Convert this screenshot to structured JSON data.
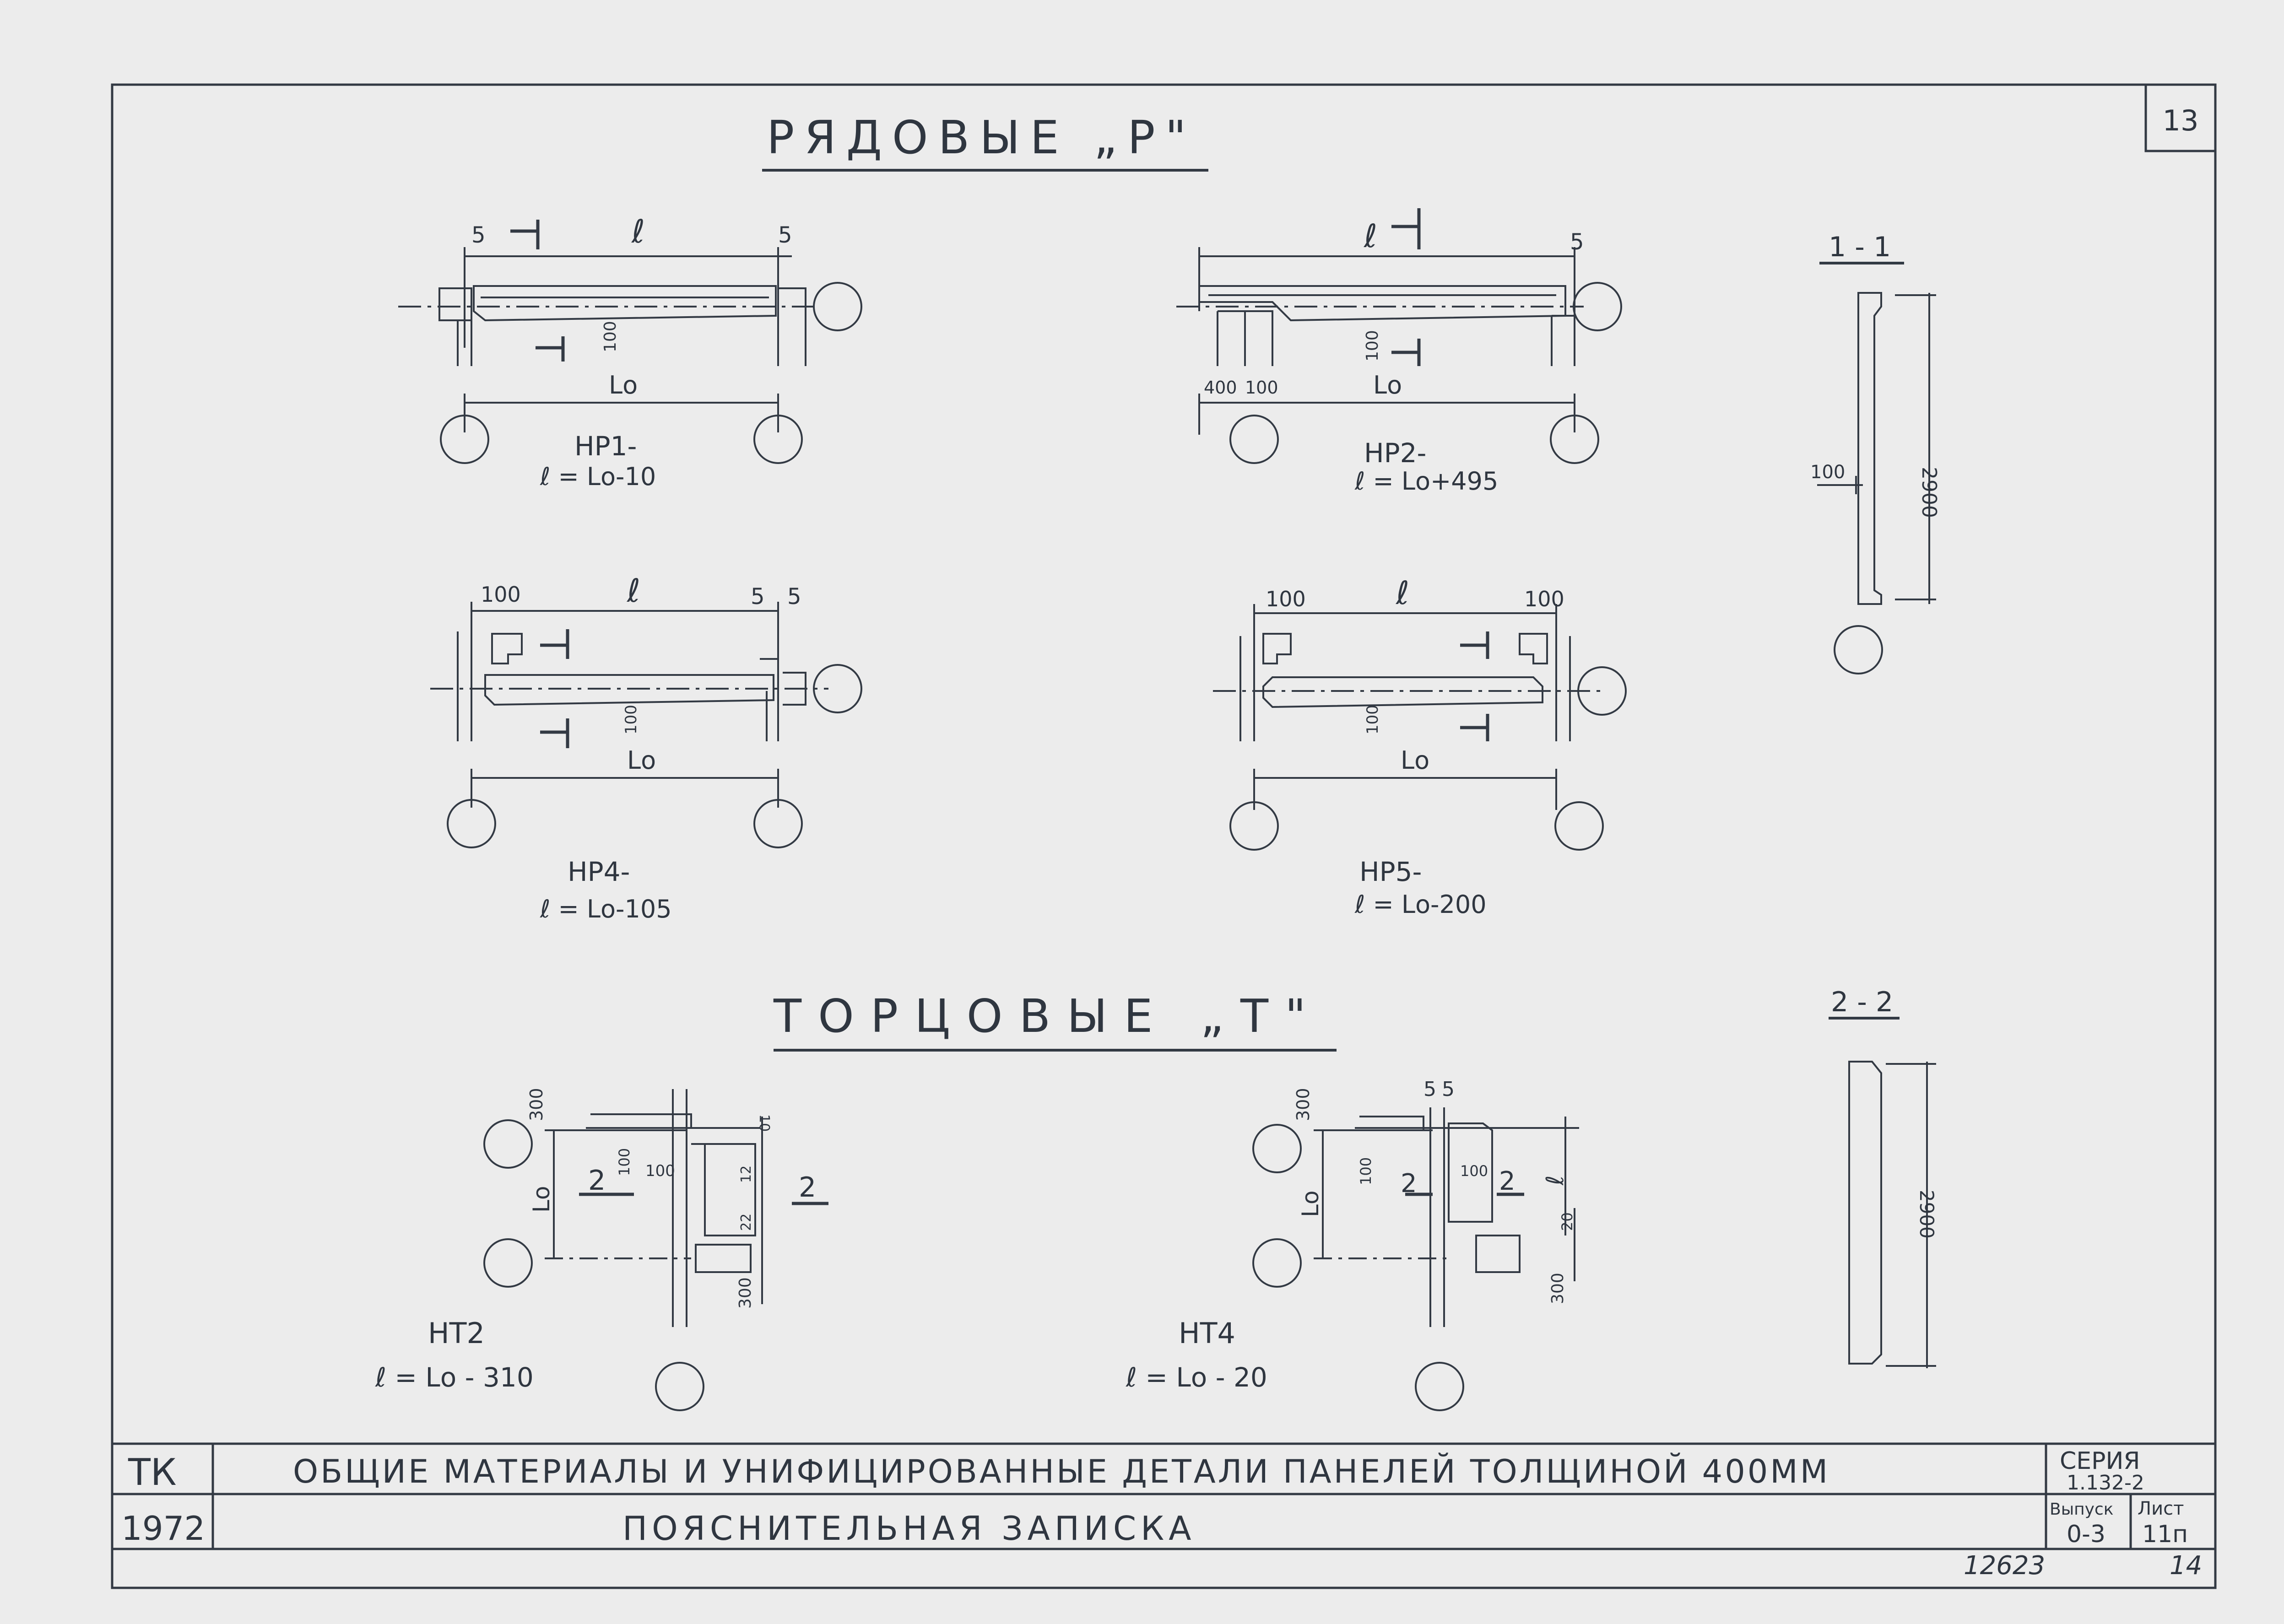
{
  "sheet": {
    "page_number": "13",
    "handwritten_number": "12623",
    "handwritten_page": "14"
  },
  "headings": {
    "row_panels": "РЯДОВЫЕ  „Р\"",
    "end_panels": "ТОРЦОВЫЕ „Т\""
  },
  "sections": {
    "s1": "1 - 1",
    "s2": "2 - 2",
    "height": "2900",
    "width": "100"
  },
  "panels": {
    "hp1": {
      "name": "НР1-",
      "formula": "ℓ = Lо-10"
    },
    "hp2": {
      "name": "НР2-",
      "formula": "ℓ = Lо+495"
    },
    "hp4": {
      "name": "НР4-",
      "formula": "ℓ = Lо-105"
    },
    "hp5": {
      "name": "НР5-",
      "formula": "ℓ = Lо-200"
    },
    "ht2": {
      "name": "НТ2",
      "formula": "ℓ = Lо - 310"
    },
    "ht4": {
      "name": "НТ4",
      "formula": "ℓ = Lо - 20"
    }
  },
  "dims": {
    "d5": "5",
    "d100": "100",
    "d300": "300",
    "d400": "400",
    "d10": "10",
    "d12": "12",
    "d22": "22",
    "d20": "20",
    "l": "ℓ",
    "lo": "Lо",
    "cut": "1",
    "cut2": "2"
  },
  "title_block": {
    "org": "ТК",
    "year": "1972",
    "title": "ОБЩИЕ МАТЕРИАЛЫ И УНИФИЦИРОВАННЫЕ ДЕТАЛИ ПАНЕЛЕЙ ТОЛЩИНОЙ 400ММ",
    "subtitle": "ПОЯСНИТЕЛЬНАЯ ЗАПИСКА",
    "series_label": "СЕРИЯ",
    "series_value": "1.132-2",
    "issue_label": "Выпуск",
    "issue_value": "0-3",
    "sheet_label": "Лист",
    "sheet_value": "11п"
  }
}
